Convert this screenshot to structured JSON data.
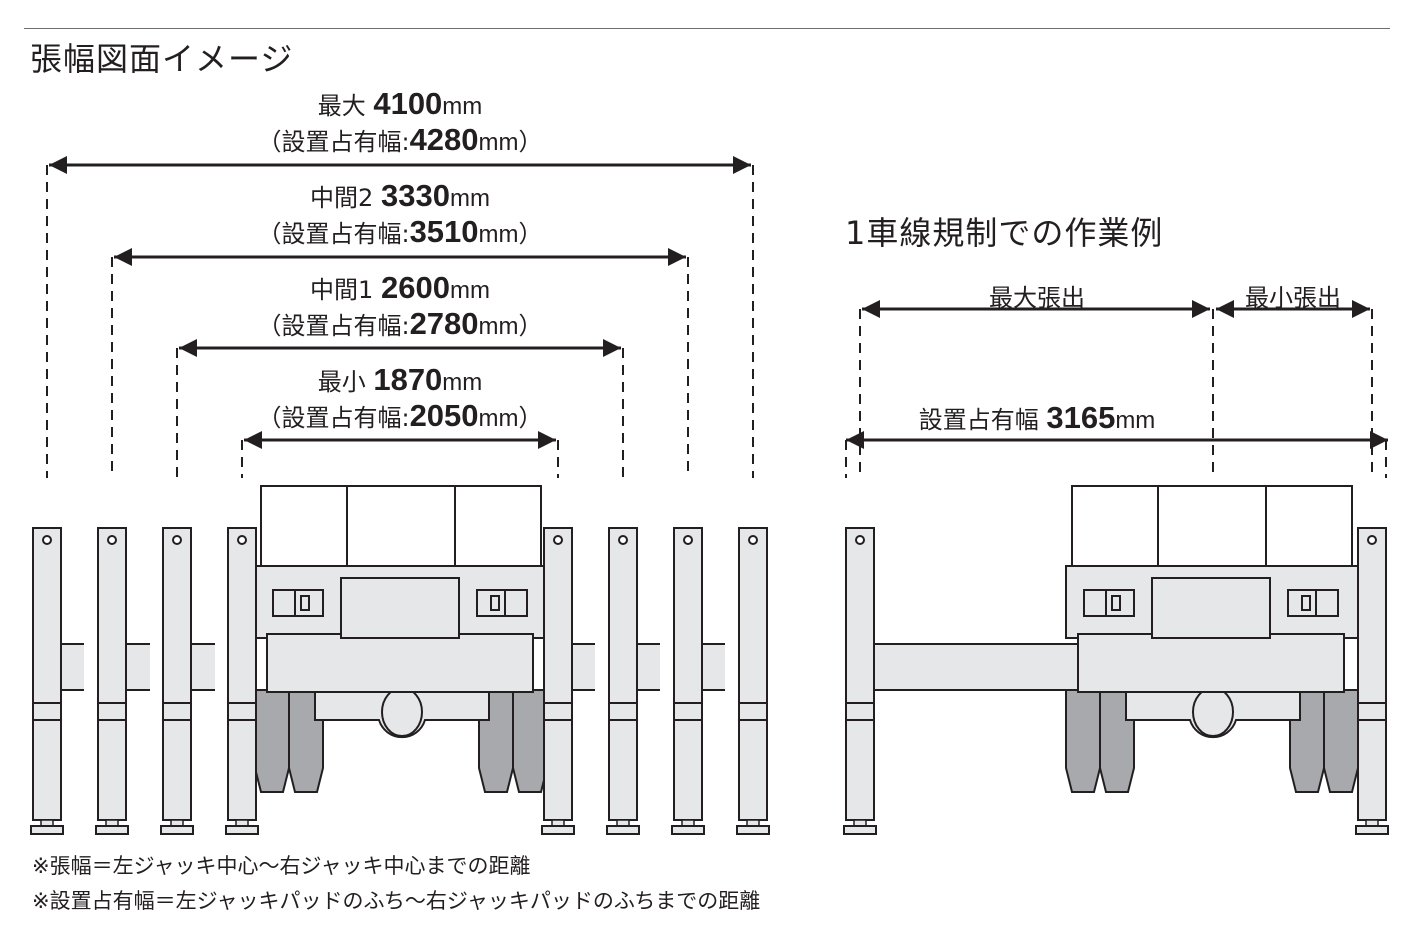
{
  "title": "張幅図面イメージ",
  "left_diagram": {
    "spans": [
      {
        "name": "最大",
        "value": "4100",
        "unit": "mm",
        "occupied_label": "設置占有幅",
        "occupied_value": "4280",
        "occupied_unit": "mm"
      },
      {
        "name": "中間2",
        "value": "3330",
        "unit": "mm",
        "occupied_label": "設置占有幅",
        "occupied_value": "3510",
        "occupied_unit": "mm"
      },
      {
        "name": "中間1",
        "value": "2600",
        "unit": "mm",
        "occupied_label": "設置占有幅",
        "occupied_value": "2780",
        "occupied_unit": "mm"
      },
      {
        "name": "最小",
        "value": "1870",
        "unit": "mm",
        "occupied_label": "設置占有幅",
        "occupied_value": "2050",
        "occupied_unit": "mm"
      }
    ]
  },
  "right_diagram": {
    "title": "1車線規制での作業例",
    "max_extension_label": "最大張出",
    "min_extension_label": "最小張出",
    "occupied_label": "設置占有幅",
    "occupied_value": "3165",
    "occupied_unit": "mm"
  },
  "notes": [
    "※張幅＝左ジャッキ中心～右ジャッキ中心までの距離",
    "※設置占有幅＝左ジャッキパッドのふち～右ジャッキパッドのふちまでの距離"
  ],
  "colors": {
    "line": "#231f20",
    "body_fill": "#e6e7e8",
    "tire_fill": "#a7a9ac",
    "rule": "#6d6e71"
  }
}
